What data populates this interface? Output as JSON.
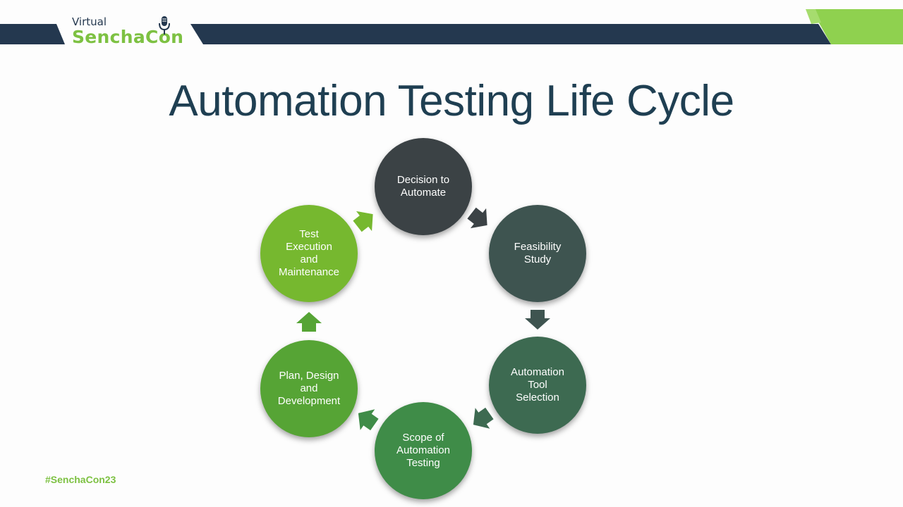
{
  "header": {
    "logo_small": "Virtual",
    "logo_big": "SenchaCon",
    "colors": {
      "navy": "#24384f",
      "green": "#7dc142",
      "light_green": "#8fd14f"
    }
  },
  "title": "Automation Testing Life Cycle",
  "diagram": {
    "steps": [
      {
        "label": "Decision to\nAutomate",
        "color": "#3b4245"
      },
      {
        "label": "Feasibility\nStudy",
        "color": "#3e5450"
      },
      {
        "label": "Automation\nTool\nSelection",
        "color": "#3d6a51"
      },
      {
        "label": "Scope of\nAutomation\nTesting",
        "color": "#3f8c48"
      },
      {
        "label": "Plan, Design\nand\nDevelopment",
        "color": "#56a435"
      },
      {
        "label": "Test\nExecution\nand\nMaintenance",
        "color": "#76b82f"
      }
    ],
    "arrow_colors": [
      "#3b4245",
      "#3e5450",
      "#3d6a51",
      "#3f8c48",
      "#56a435",
      "#76b82f"
    ]
  },
  "footer": {
    "hashtag": "#SenchaCon23"
  }
}
